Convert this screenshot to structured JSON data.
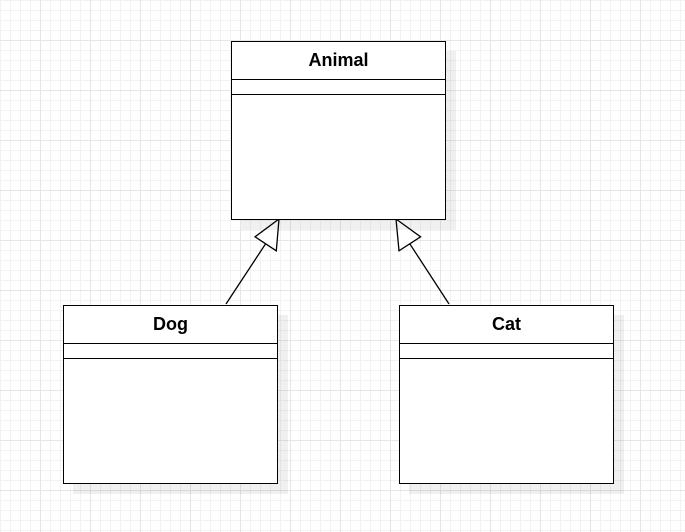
{
  "diagram": {
    "classes": [
      {
        "id": "animal",
        "name": "Animal"
      },
      {
        "id": "dog",
        "name": "Dog"
      },
      {
        "id": "cat",
        "name": "Cat"
      }
    ],
    "relations": [
      {
        "type": "generalization",
        "from": "dog",
        "to": "animal"
      },
      {
        "type": "generalization",
        "from": "cat",
        "to": "animal"
      }
    ],
    "colors": {
      "line": "#000000",
      "fill": "#ffffff",
      "grid": "#e6e6e6"
    }
  }
}
